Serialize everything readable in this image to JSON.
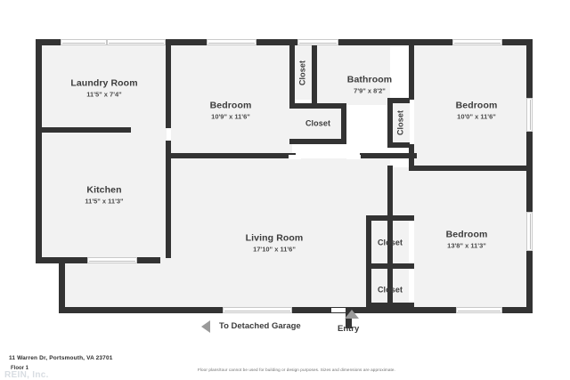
{
  "document": {
    "address": "11 Warren Dr, Portsmouth, VA 23701",
    "floor_label": "Floor 1",
    "watermark": "REIN, Inc.",
    "disclaimer": "Floor plans/tour cannot be used for building or design purposes. Sizes and dimensions are approximate."
  },
  "colors": {
    "wall": "#333333",
    "room_fill": "#f2f2f2",
    "background": "#ffffff",
    "text": "#3c3c3c",
    "marker_arrow": "#9a9a9a",
    "watermark": "#d8dde2"
  },
  "rooms": [
    {
      "id": "laundry-room",
      "name": "Laundry Room",
      "dimensions": "11'5\" x 7'4\""
    },
    {
      "id": "kitchen",
      "name": "Kitchen",
      "dimensions": "11'5\" x 11'3\""
    },
    {
      "id": "bedroom-1",
      "name": "Bedroom",
      "dimensions": "10'9\" x 11'6\""
    },
    {
      "id": "bathroom",
      "name": "Bathroom",
      "dimensions": "7'9\" x 8'2\""
    },
    {
      "id": "bedroom-2",
      "name": "Bedroom",
      "dimensions": "10'0\" x 11'6\""
    },
    {
      "id": "bedroom-3",
      "name": "Bedroom",
      "dimensions": "13'8\" x 11'3\""
    },
    {
      "id": "living-room",
      "name": "Living Room",
      "dimensions": "17'10\" x 11'6\""
    }
  ],
  "closets": [
    {
      "id": "closet-bedroom1-tall",
      "name": "Closet",
      "orientation": "vertical"
    },
    {
      "id": "closet-bedroom1-wide",
      "name": "Closet",
      "orientation": "horizontal"
    },
    {
      "id": "closet-bathroom",
      "name": "Closet",
      "orientation": "vertical"
    },
    {
      "id": "closet-bedroom3-upper",
      "name": "Closet",
      "orientation": "horizontal"
    },
    {
      "id": "closet-bedroom3-lower",
      "name": "Closet",
      "orientation": "horizontal"
    }
  ],
  "markers": {
    "garage": {
      "label": "To Detached Garage",
      "icon": "triangle-left-icon"
    },
    "entry": {
      "label": "Entry",
      "icon": "triangle-up-icon"
    }
  }
}
